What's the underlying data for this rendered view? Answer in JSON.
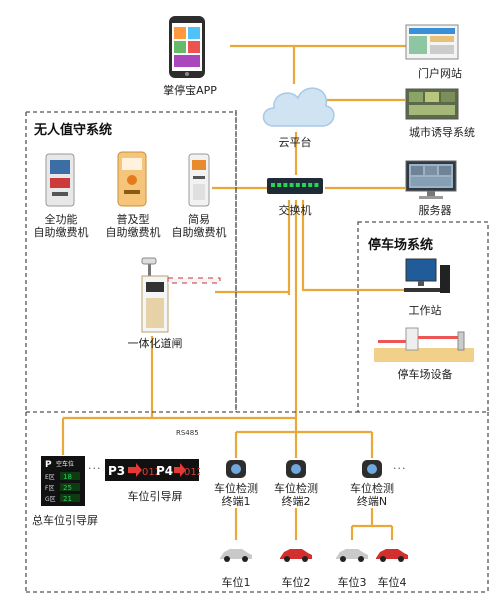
{
  "colors": {
    "line": "#e8a93a",
    "dashed_border": "#555555",
    "phone_body": "#2d2d2d",
    "cloud": "#cfe3f3",
    "switch_body": "#1e2a35",
    "led": "#2bd25a",
    "red_car": "#d32f2f",
    "silver_car": "#c9c9c9",
    "guide_arrow": "#e53935"
  },
  "unattended_system": {
    "title": "无人值守系统",
    "kiosks": [
      {
        "label": "全功能\n自助缴费机",
        "icon": "full-kiosk-icon"
      },
      {
        "label": "普及型\n自助缴费机",
        "icon": "standard-kiosk-icon"
      },
      {
        "label": "简易\n自助缴费机",
        "icon": "simple-kiosk-icon"
      }
    ],
    "barrier_label": "一体化道闸"
  },
  "top": {
    "app_label": "掌停宝APP",
    "cloud_label": "云平台",
    "switch_label": "交换机",
    "portal_label": "门户网站",
    "city_label": "城市诱导系统",
    "server_label": "服务器"
  },
  "parking_system": {
    "title": "停车场系统",
    "workstation_label": "工作站",
    "equipment_label": "停车场设备"
  },
  "bottom": {
    "bus_label": "RS485",
    "total_guide_label": "总车位引导屏",
    "total_guide_screen": {
      "header": "空车位",
      "rows": [
        {
          "tag": "E区",
          "value": "18"
        },
        {
          "tag": "F区",
          "value": "25"
        },
        {
          "tag": "G区",
          "value": "21"
        }
      ]
    },
    "guide_screen_label": "车位引导屏",
    "guide_screen": {
      "left_code": "P3",
      "left_value": "012",
      "right_code": "P4",
      "right_value": "012"
    },
    "ellipsis": "···",
    "detectors": [
      {
        "label": "车位检测\n终端1"
      },
      {
        "label": "车位检测\n终端2"
      },
      {
        "label": "车位检测\n终端N"
      }
    ],
    "spaces": [
      "车位1",
      "车位2",
      "车位3",
      "车位4"
    ]
  }
}
